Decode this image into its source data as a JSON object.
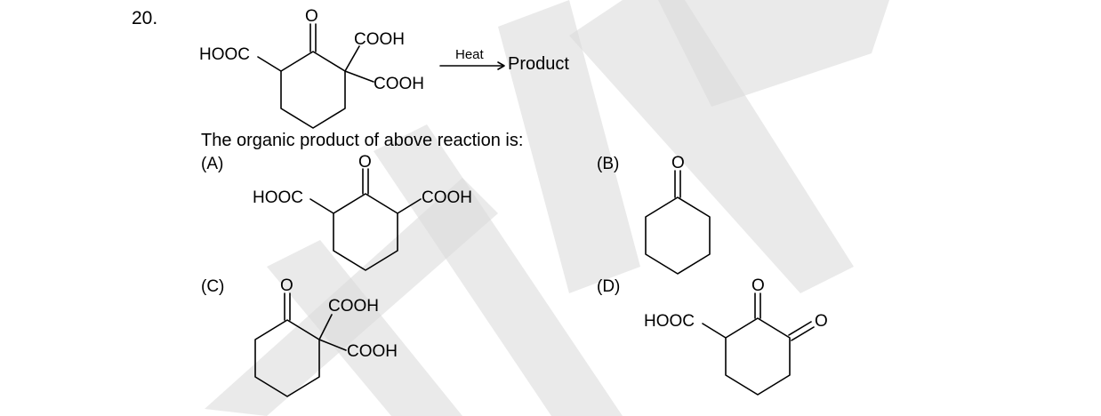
{
  "question": {
    "number": "20.",
    "reactant": {
      "keto_oxygen": "O",
      "left_substituent": "HOOC",
      "upper_substituent": "COOH",
      "lower_substituent": "COOH"
    },
    "reaction": {
      "condition": "Heat",
      "product_label": "Product"
    },
    "prompt": "The organic product of above reaction is:"
  },
  "options": [
    {
      "key": "A",
      "label": "(A)",
      "atoms": {
        "keto_oxygen": "O",
        "left_substituent": "HOOC",
        "right_substituent": "COOH"
      }
    },
    {
      "key": "B",
      "label": "(B)",
      "atoms": {
        "keto_oxygen": "O"
      }
    },
    {
      "key": "C",
      "label": "(C)",
      "atoms": {
        "keto_oxygen": "O",
        "upper_substituent": "COOH",
        "lower_substituent": "COOH"
      }
    },
    {
      "key": "D",
      "label": "(D)",
      "atoms": {
        "keto_oxygen": "O",
        "left_substituent": "HOOC",
        "right_oxygen": "O"
      }
    }
  ],
  "watermark": {
    "color": "#d8d8d8"
  }
}
